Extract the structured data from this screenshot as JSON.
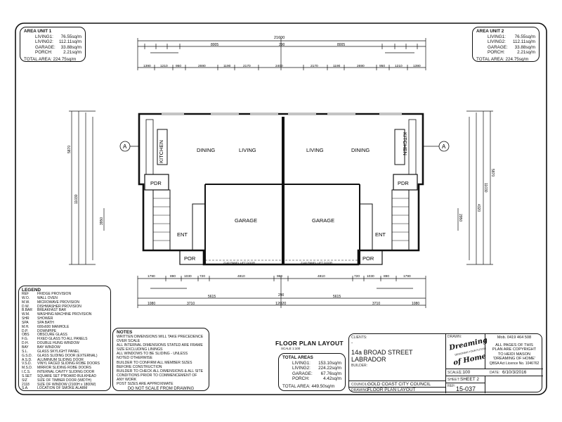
{
  "area_unit_1": {
    "title": "AREA UNIT 1",
    "rows": [
      {
        "label": "LIVING1:",
        "value": "76.55sq/m"
      },
      {
        "label": "LIVING2:",
        "value": "112.11sq/m"
      },
      {
        "label": "GARAGE:",
        "value": "33.88sq/m"
      },
      {
        "label": "PORCH:",
        "value": "2.21sq/m"
      }
    ],
    "total": "TOTAL AREA: 224.75sq/m"
  },
  "area_unit_2": {
    "title": "AREA UNIT 2",
    "rows": [
      {
        "label": "LIVING1:",
        "value": "76.55sq/m"
      },
      {
        "label": "LIVING2:",
        "value": "112.11sq/m"
      },
      {
        "label": "GARAGE:",
        "value": "33.88sq/m"
      },
      {
        "label": "PORCH:",
        "value": "2.21sq/m"
      }
    ],
    "total": "TOTAL AREA: 224.75sq/m"
  },
  "plan": {
    "rooms": {
      "kitchen": "KITCHEN",
      "dining": "DINING",
      "living": "LIVING",
      "garage": "GARAGE",
      "pdr": "PDR",
      "ent": "ENT",
      "por": "POR"
    },
    "section_marker": "A",
    "door_label": "2140 PANEL LIFT DOOR",
    "top_overall": "21600",
    "top_dims": [
      "8005",
      "290",
      "8005"
    ],
    "top_run": [
      "1390",
      "1210",
      "950",
      "2690",
      "1190",
      "2170",
      "2400",
      "2170",
      "1190",
      "2690",
      "950",
      "1210",
      "1390"
    ],
    "bottom_run": [
      "1790",
      "890",
      "1030",
      "720",
      "4810",
      "960",
      "4810",
      "720",
      "1030",
      "890",
      "1790"
    ],
    "bottom_dims": [
      "5615",
      "290",
      "5615"
    ],
    "bottom_overall": "12020",
    "bottom_outer": [
      "3710",
      "1080",
      "3710",
      "1080"
    ],
    "side_dims": [
      "5870",
      "11030",
      "4320",
      "5290",
      "3950",
      "2950"
    ]
  },
  "legend": {
    "title": "LEGEND",
    "items": [
      {
        "k": "REF",
        "v": "FRIDGE PROVISION"
      },
      {
        "k": "W.O.",
        "v": "WALL OVEN"
      },
      {
        "k": "M.W.",
        "v": "MICROWAVE PROVISION"
      },
      {
        "k": "D.W.",
        "v": "DISHWASHER PROVISION"
      },
      {
        "k": "B.BAR",
        "v": "BREAKFAST BAR"
      },
      {
        "k": "W.M.",
        "v": "WASHING MACHINE PROVISION"
      },
      {
        "k": "SHR",
        "v": "SHOWER"
      },
      {
        "k": "SPA",
        "v": "SPA BATH"
      },
      {
        "k": "M.H.",
        "v": "600x600 MANHOLE"
      },
      {
        "k": "D.P.",
        "v": "DOWNPIPE"
      },
      {
        "k": "OBS",
        "v": "OBSCURE GLASS"
      },
      {
        "k": "F.G.",
        "v": "FIXED GLASS TO ALL PANELS"
      },
      {
        "k": "D.H.",
        "v": "DOUBLE HUNG WINDOW"
      },
      {
        "k": "BAY",
        "v": "BAY WINDOW"
      },
      {
        "k": "S.L.",
        "v": "GLASS SKYLIGHT PANEL"
      },
      {
        "k": "G.S.D.",
        "v": "GLASS SLIDING DOOR (EXTERNAL)"
      },
      {
        "k": "A.S.D.",
        "v": "ALUMINIUM SLIDING DOOR"
      },
      {
        "k": "V.S.D.",
        "v": "VINYL FACED SLIDING ROBE DOORS"
      },
      {
        "k": "M.S.D.",
        "v": "MIRROR SLIDING ROBE DOORS"
      },
      {
        "k": "I.C.S.",
        "v": "INTERNAL CAVITY SLIDING DOOR"
      },
      {
        "k": "S.SET",
        "v": "SQUARE SET P'BOARD BULKHEAD"
      },
      {
        "k": "SIZ",
        "v": "SIZE OF TIMBER DOOR (WIDTH)"
      },
      {
        "k": "2118",
        "v": "SIZE OF WINDOW (2100H x 1800W)"
      },
      {
        "k": "S.A.",
        "v": "LOCATION OF SMOKE ALARM"
      }
    ]
  },
  "notes": {
    "title": "NOTES",
    "lines": [
      "WRITTEN DIMENSIONS WILL TAKE PRECEDENCE",
      "OVER SCALE",
      "ALL INTERNAL DIMENSIONS STATED ARE FRAME",
      "SIZE    EXCLUDING LININGS",
      "ALL WINDOWS TO BE SLIDING - UNLESS",
      "NOTED OTHERWISE",
      "BUILDER TO CONFIRM ALL MEMBER SIZES",
      "BEFORE CONSTRUCTION",
      "BUILDER TO CHECK ALL DIMENSIONS & ALL SITE",
      "CONDITIONS PRIOR TO COMMENCEMENT OF",
      "ANY WORK",
      "POST SIZES ARE APPROXIMATE"
    ],
    "footer": "DO NOT SCALE FROM DRAWING"
  },
  "floor_plan_title": "FLOOR PLAN LAYOUT",
  "floor_plan_scale": "SCALE 1:100",
  "total_areas": {
    "title": "TOTAL AREAS",
    "rows": [
      {
        "label": "LIVING1:",
        "value": "153.10sq/m"
      },
      {
        "label": "LIVING2:",
        "value": "224.22sq/m"
      },
      {
        "label": "GARAGE:",
        "value": "67.76sq/m"
      },
      {
        "label": "PORCH:",
        "value": "4.42sq/m"
      }
    ],
    "total": "TOTAL AREA: 449.50sq/m"
  },
  "title_block": {
    "clients_label": "CLIENTS:",
    "clients_value": "-",
    "address_line1": "14a BROAD STREET",
    "address_line2": "LABRADOR",
    "builder_label": "BUILDER:",
    "council_label": "COUNCIL:",
    "council_value": "GOLD COAST CITY COUNCIL",
    "drawing_label": "DRAWING:",
    "drawing_value": "FLOOR PLAN LAYOUT",
    "drawn_label": "DRAWN:",
    "logo_text_1": "Dreaming",
    "logo_sub": "DESIGNING YOUR FUTURE",
    "logo_text_2": "of Home",
    "mob": "Mob. 0419 464 508",
    "copyright_lines": [
      "ALL PAGES OF THIS",
      "PLAN ARE COPYRIGHT",
      "TO HEIDI MASON",
      "'DREAMING OF HOME'"
    ],
    "qbsa": "QBSA Act Licence No. 1046762",
    "scale_label": "SCALE:",
    "scale_value": "1:100",
    "date_label": "DATE:",
    "date_value": "6/10/3/2016",
    "sheet_label": "SHEET:",
    "sheet_value": "SHEET 2",
    "ref_label": "REF:",
    "ref_value": "15-037"
  }
}
